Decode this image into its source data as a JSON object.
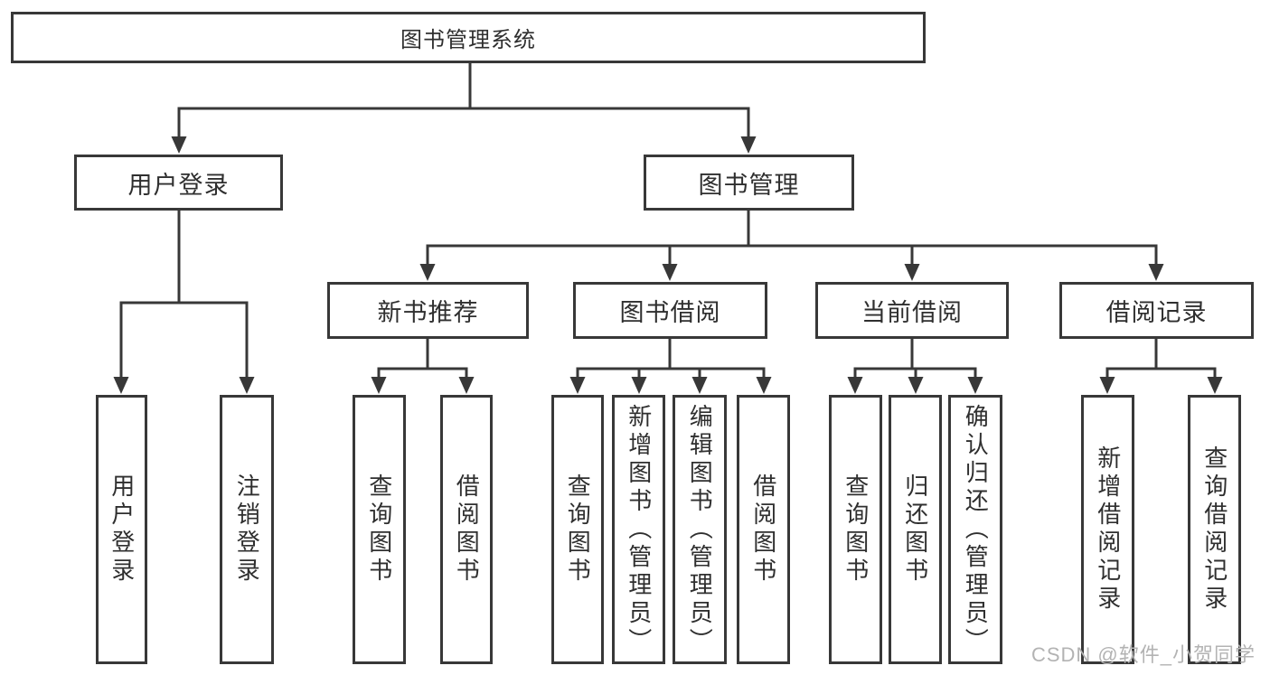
{
  "diagram_title": "图书管理系统",
  "colors": {
    "line": "#383838",
    "text": "#2f2f2f",
    "box_background": "#ffffff",
    "watermark": "#b3b3b3"
  },
  "nodes": {
    "root": "图书管理系统",
    "level2": {
      "user_login": "用户登录",
      "book_mgmt": "图书管理"
    },
    "level3": {
      "new_book": "新书推荐",
      "borrowing": "图书借阅",
      "current": "当前借阅",
      "records": "借阅记录"
    },
    "level4": {
      "user_login_children": [
        "用户登录",
        "注销登录"
      ],
      "new_book_children": [
        "查询图书",
        "借阅图书"
      ],
      "borrowing_children": [
        "查询图书",
        "新增图书（管理员）",
        "编辑图书（管理员）",
        "借阅图书"
      ],
      "current_children": [
        "查询图书",
        "归还图书",
        "确认归还（管理员）"
      ],
      "records_children": [
        "新增借阅记录",
        "查询借阅记录"
      ]
    }
  },
  "watermark": "CSDN @软件_小贺同学"
}
